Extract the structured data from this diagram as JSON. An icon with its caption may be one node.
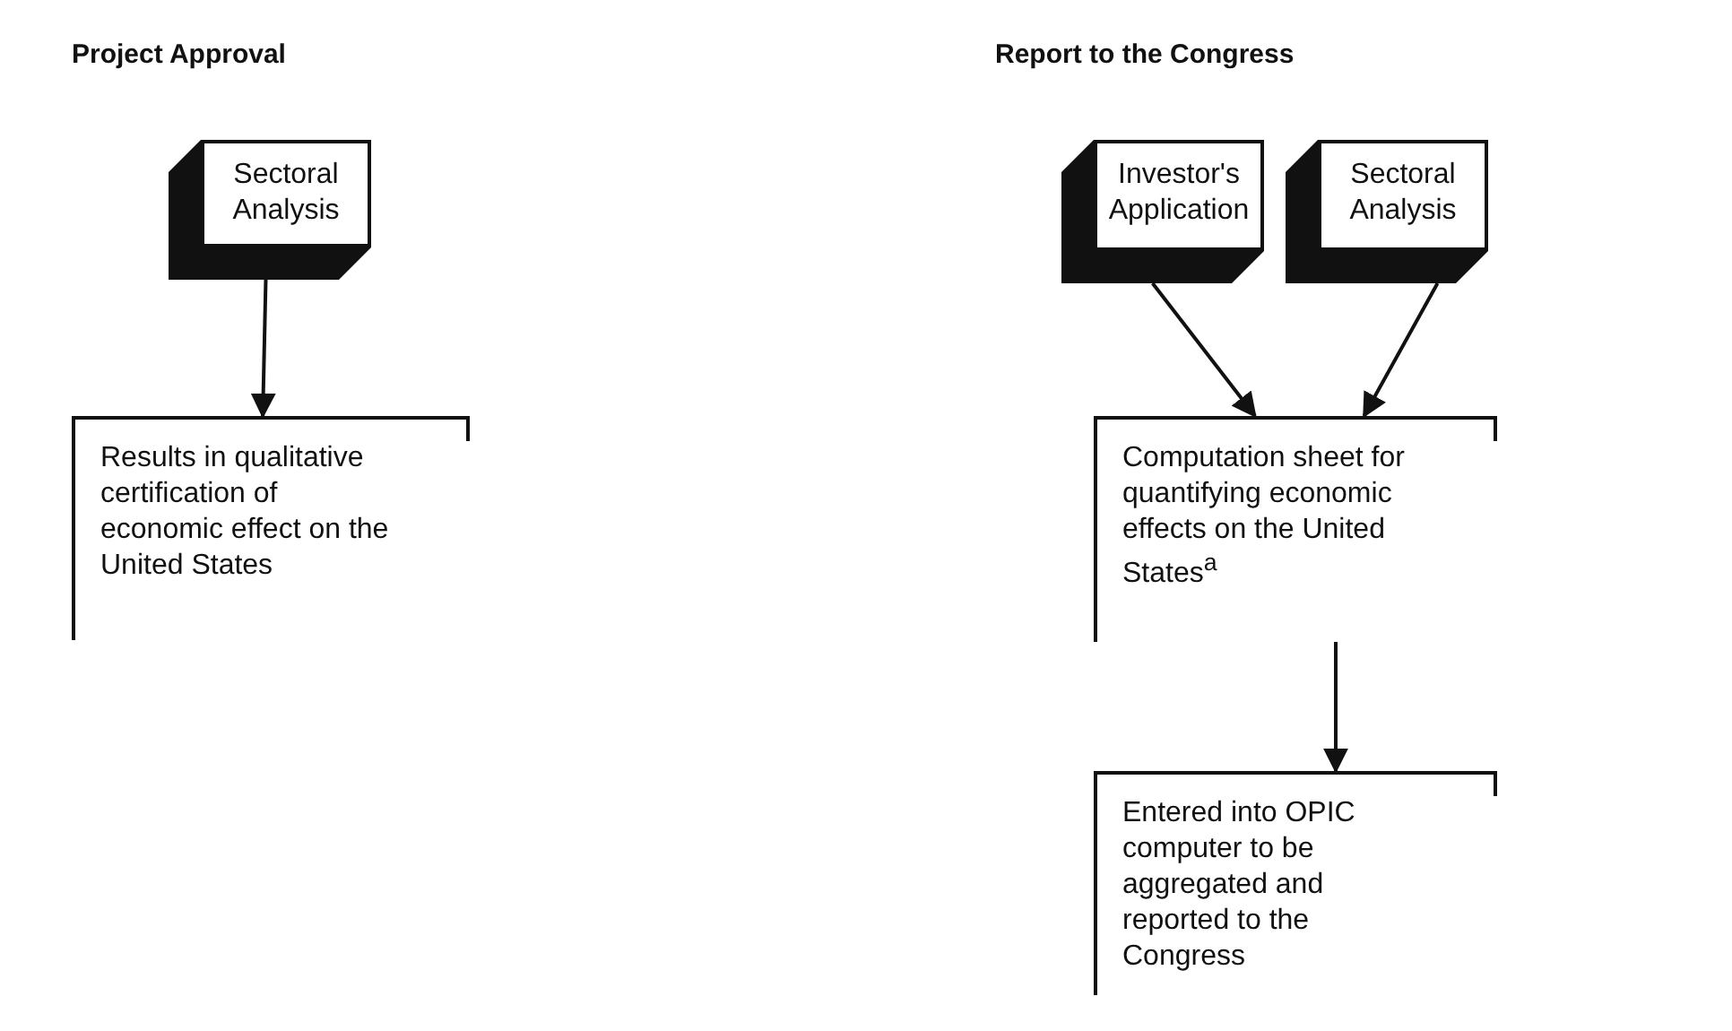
{
  "diagram": {
    "nodes": [
      {
        "text": [
          "Sectoral Analysis"
        ]
      },
      {
        "text": [
          "Results in qualitative certification of economic effect on the United States"
        ]
      },
      {
        "text": [
          "Investor's Application"
        ]
      },
      {
        "text": [
          "Sectoral Analysis"
        ]
      },
      {
        "text": [
          "Computation sheet for quantifying economic effects on the United States$^{a}$"
        ]
      },
      {
        "text": [
          "Entered into OPIC computer to be aggregated and reported to the Congress"
        ]
      }
    ],
    "edges": [
      {
        "from": 0,
        "to": 1,
        "arrow": "to"
      },
      {
        "from": 2,
        "to": 4,
        "arrow": "to"
      },
      {
        "from": 3,
        "to": 4,
        "arrow": "to"
      },
      {
        "from": 4,
        "to": 5,
        "arrow": "to"
      }
    ],
    "labels": [
      "Project Approval",
      "Report to the Congress"
    ]
  }
}
